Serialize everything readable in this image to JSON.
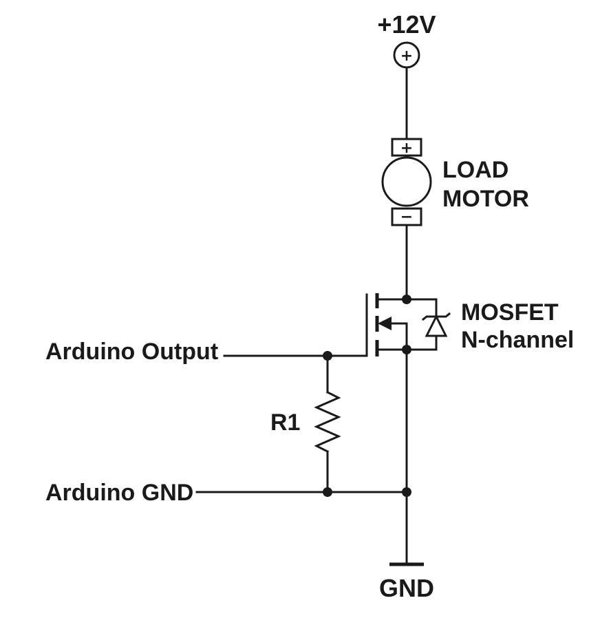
{
  "supply": {
    "label": "+12V",
    "terminal_sign": "+"
  },
  "load": {
    "line1": "LOAD",
    "line2": "MOTOR",
    "plus_sign": "+",
    "minus_sign": "−"
  },
  "mosfet": {
    "line1": "MOSFET",
    "line2": "N-channel"
  },
  "resistor": {
    "label": "R1"
  },
  "inputs": {
    "signal": "Arduino Output",
    "ground": "Arduino GND"
  },
  "ground": {
    "label": "GND"
  },
  "colors": {
    "ink": "#1a1a1a",
    "background": "#ffffff"
  }
}
